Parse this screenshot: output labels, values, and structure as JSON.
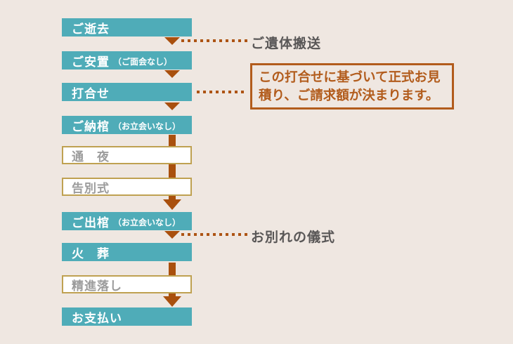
{
  "diagram_title": "funeral-process-flow",
  "colors": {
    "background": "#efe7e1",
    "step_box": "#4facb8",
    "step_text": "#ffffff",
    "arrow_orange": "#a9500e",
    "dot_orange": "#ad5414",
    "callout_orange": "#b25c1c",
    "plain_box_border": "#bfa151",
    "plain_box_text": "#9c9c9c",
    "annotation_text": "#595757"
  },
  "steps": {
    "passing": {
      "label": "ご逝去"
    },
    "repose": {
      "label": "ご安置",
      "note": "（ご面会なし）"
    },
    "meeting": {
      "label": "打合せ"
    },
    "encoffining": {
      "label": "ご納棺",
      "note": "（お立会いなし）"
    },
    "wake": {
      "label": "通　夜"
    },
    "funeral_service": {
      "label": "告別式"
    },
    "coffin_departure": {
      "label": "ご出棺",
      "note": "（お立会いなし）"
    },
    "cremation": {
      "label": "火　葬"
    },
    "shojin_meal": {
      "label": "精進落し"
    },
    "payment": {
      "label": "お支払い"
    }
  },
  "annotations": {
    "transport": "ご遺体搬送",
    "farewell": "お別れの儀式",
    "callout": "この打合せに基づいて正式お見積り、ご請求額が決まります。"
  }
}
